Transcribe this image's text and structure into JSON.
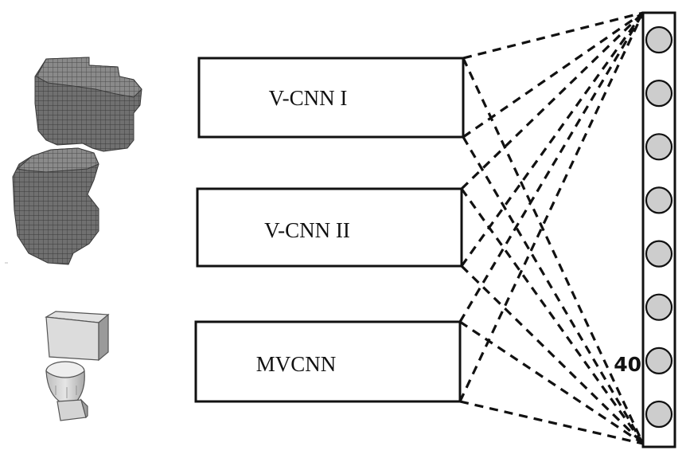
{
  "diagram": {
    "models": [
      {
        "label": "V-CNN I"
      },
      {
        "label": "V-CNN II"
      },
      {
        "label": "MVCNN"
      }
    ],
    "output_layer": {
      "count_label": "40",
      "node_count_visible": 8,
      "node_color": "#cdcdcd"
    },
    "inputs": [
      {
        "icon": "voxel-object-icon"
      },
      {
        "icon": "toilet-mesh-icon"
      }
    ],
    "colors": {
      "stroke": "#111111",
      "voxel": "#6f6f6f",
      "mesh": "#cfcfcf"
    }
  }
}
